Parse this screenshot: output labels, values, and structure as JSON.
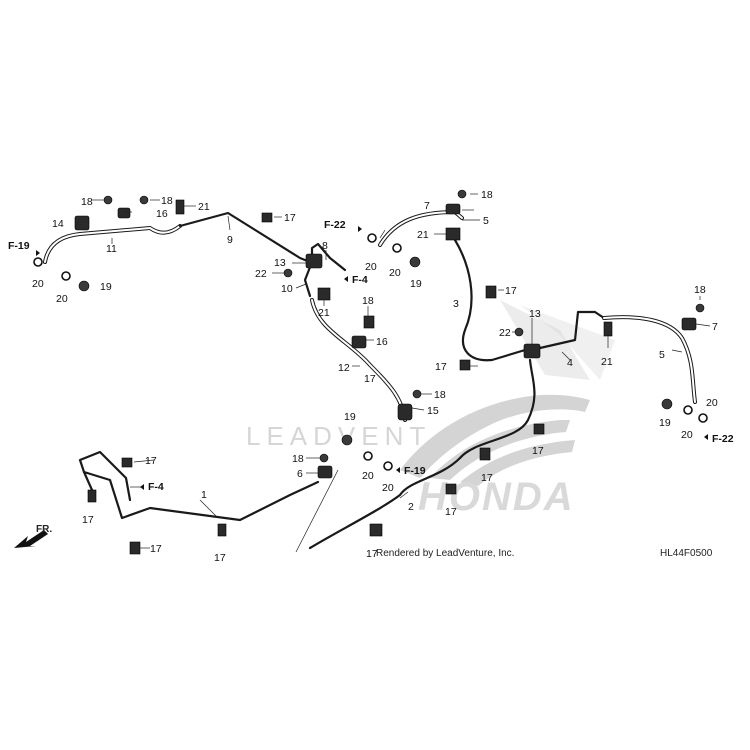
{
  "footer": {
    "credit": "Rendered by LeadVenture, Inc.",
    "diagram_code": "HL44F0500",
    "front_arrow": "FR."
  },
  "watermark": {
    "lead": "LEADVENT",
    "brand": "HONDA"
  },
  "colors": {
    "ink": "#1a1a1a",
    "watermark": "#d6d6d6",
    "background": "#ffffff"
  },
  "icons": {
    "front_arrow": "arrow-left-down-icon"
  },
  "callouts": [
    "1",
    "2",
    "3",
    "4",
    "5",
    "5",
    "6",
    "7",
    "7",
    "8",
    "9",
    "10",
    "11",
    "12",
    "13",
    "13",
    "14",
    "15",
    "16",
    "16",
    "17",
    "17",
    "17",
    "17",
    "17",
    "17",
    "17",
    "17",
    "17",
    "17",
    "17",
    "17",
    "17",
    "18",
    "18",
    "18",
    "18",
    "18",
    "18",
    "18",
    "18",
    "19",
    "19",
    "19",
    "19",
    "19",
    "20",
    "20",
    "20",
    "20",
    "20",
    "20",
    "20",
    "20",
    "20",
    "20",
    "21",
    "21",
    "21",
    "21",
    "22",
    "22"
  ],
  "references": [
    "F-19",
    "F-22",
    "F-4",
    "F-4",
    "F-19",
    "F-22"
  ]
}
